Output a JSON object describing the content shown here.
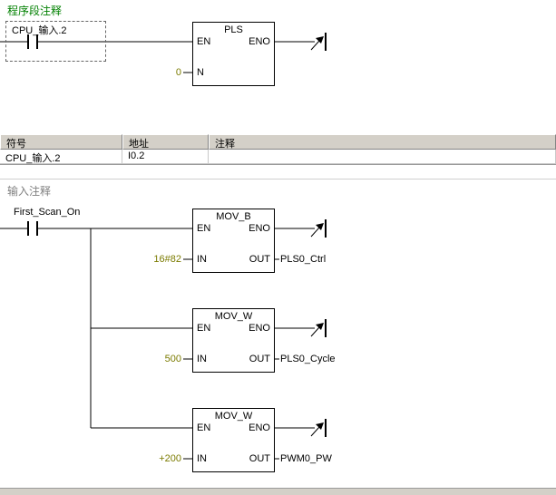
{
  "colors": {
    "network_comment_green": "#008000",
    "network_comment_gray": "#808080",
    "constant_value_olive": "#7B7B00",
    "table_header_bg": "#D4D0C8"
  },
  "network1": {
    "comment": "程序段注释",
    "contact_label": "CPU_输入.2",
    "block": {
      "title": "PLS",
      "en": "EN",
      "eno": "ENO",
      "n": "N",
      "n_value": "0"
    }
  },
  "symbol_table": {
    "headers": {
      "symbol": "符号",
      "address": "地址",
      "comment": "注释"
    },
    "row": {
      "symbol": "CPU_输入.2",
      "address": "I0.2",
      "comment": ""
    }
  },
  "network2": {
    "comment": "输入注释",
    "contact_label": "First_Scan_On",
    "blocks": [
      {
        "title": "MOV_B",
        "en": "EN",
        "eno": "ENO",
        "in": "IN",
        "out": "OUT",
        "in_value": "16#82",
        "out_value": "PLS0_Ctrl"
      },
      {
        "title": "MOV_W",
        "en": "EN",
        "eno": "ENO",
        "in": "IN",
        "out": "OUT",
        "in_value": "500",
        "out_value": "PLS0_Cycle"
      },
      {
        "title": "MOV_W",
        "en": "EN",
        "eno": "ENO",
        "in": "IN",
        "out": "OUT",
        "in_value": "+200",
        "out_value": "PWM0_PW"
      }
    ]
  }
}
